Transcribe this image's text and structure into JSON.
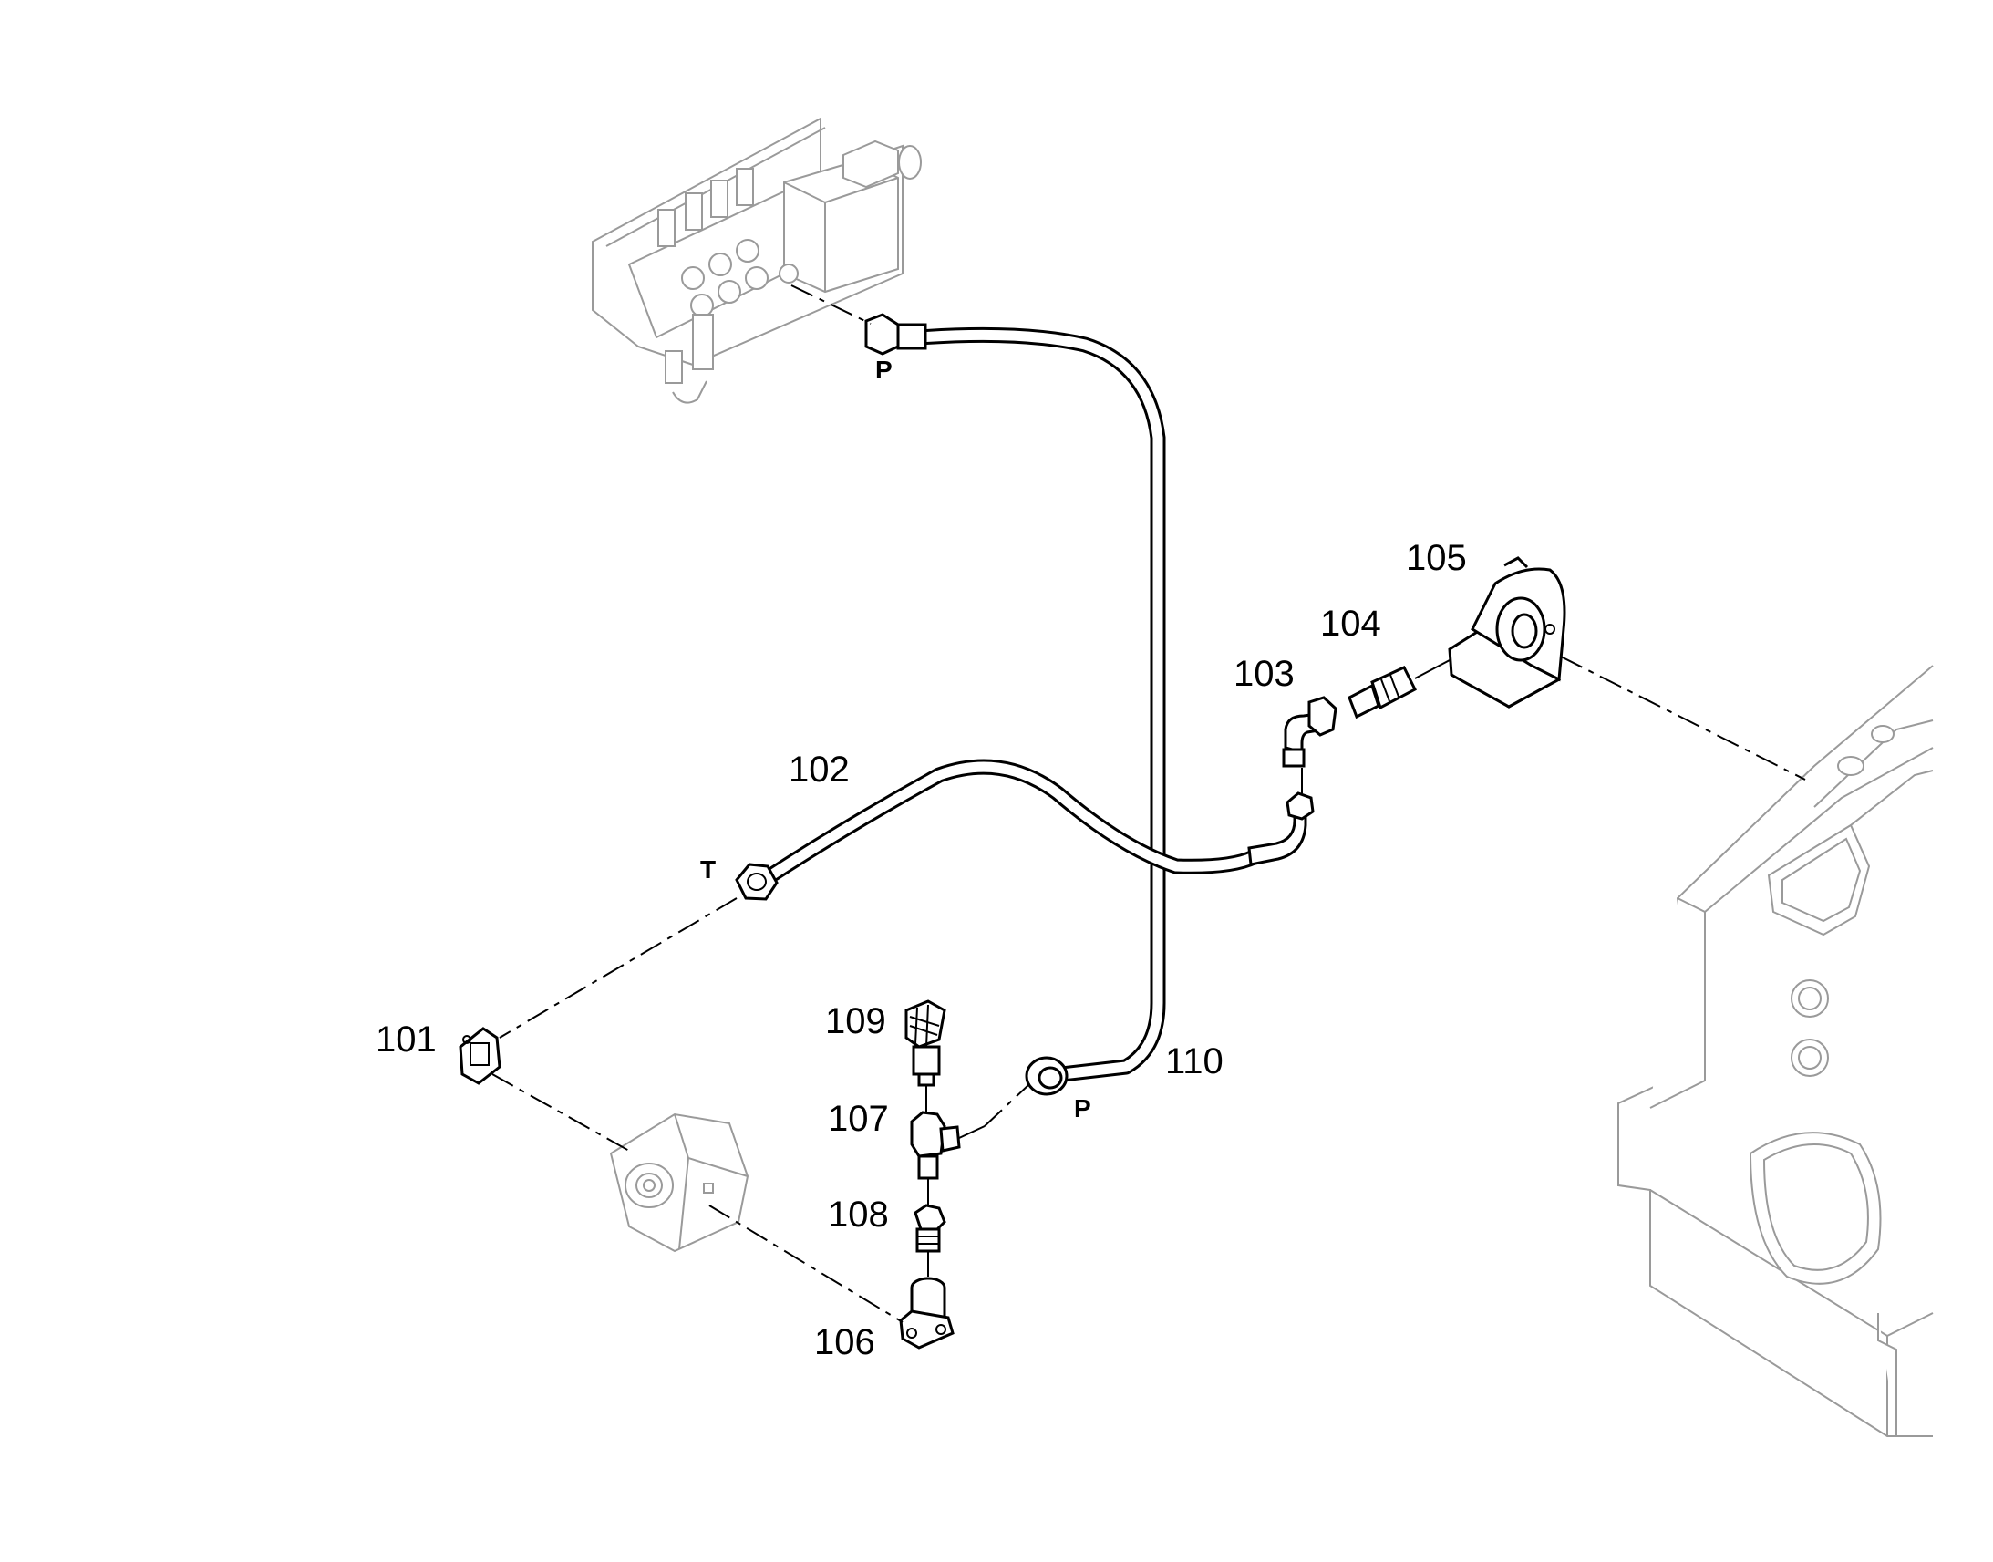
{
  "callouts": {
    "c101": "101",
    "c102": "102",
    "c103": "103",
    "c104": "104",
    "c105": "105",
    "c106": "106",
    "c107": "107",
    "c108": "108",
    "c109": "109",
    "c110": "110"
  },
  "ports": {
    "p_top": "P",
    "p_bottom": "P",
    "t_port": "T"
  }
}
